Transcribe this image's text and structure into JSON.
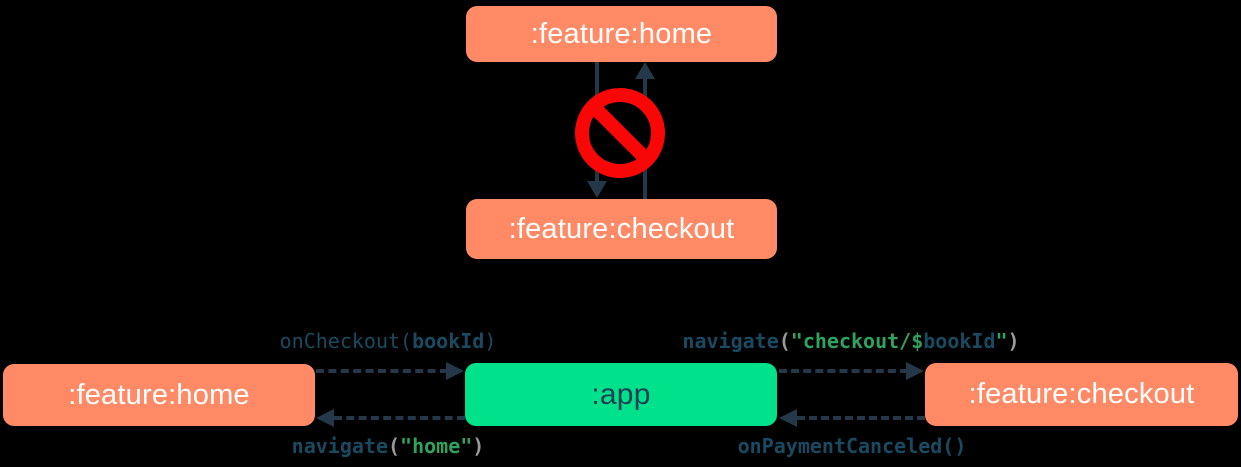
{
  "diagram": {
    "background": "#000000",
    "colors": {
      "module_box": "#FF8A65",
      "app_box": "#00E18C",
      "arrow_navy": "#25384A",
      "code_navy": "#1A4A61",
      "code_green": "#2FA25F",
      "code_gray": "#999999",
      "forbidden_red": "#F90606",
      "module_text": "#FFFFFF",
      "app_text": "#1D3E53"
    },
    "top": {
      "home_label": ":feature:home",
      "checkout_label": ":feature:checkout",
      "icon": "no-entry-icon"
    },
    "bottom": {
      "home_label": ":feature:home",
      "app_label": ":app",
      "checkout_label": ":feature:checkout",
      "labels": {
        "on_checkout": {
          "segments": [
            {
              "t": "onCheckout("
            },
            {
              "t": "bookId"
            },
            {
              "t": ")"
            }
          ]
        },
        "navigate_home": {
          "segments": [
            {
              "t": "navigate"
            },
            {
              "t": "("
            },
            {
              "t": "\"home\""
            },
            {
              "t": ")"
            }
          ]
        },
        "navigate_checkout": {
          "segments": [
            {
              "t": "navigate"
            },
            {
              "t": "("
            },
            {
              "t": "\"checkout/$"
            },
            {
              "t": "bookId"
            },
            {
              "t": "\""
            },
            {
              "t": ")"
            }
          ]
        },
        "on_payment_canceled": {
          "segments": [
            {
              "t": "onPaymentCanceled()"
            }
          ]
        }
      }
    }
  }
}
